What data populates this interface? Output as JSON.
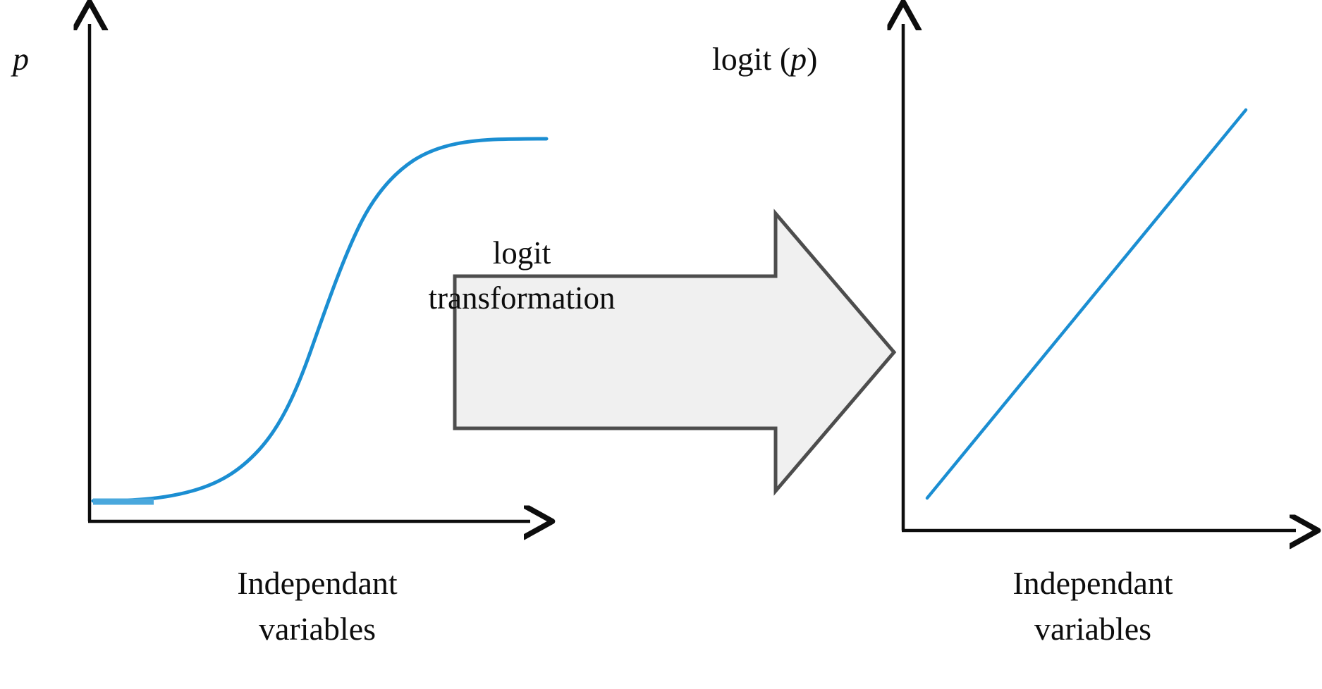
{
  "figure": {
    "kind": "two-panel-transformation-diagram",
    "background_color": "#ffffff",
    "curve_color": "#1b8ed2",
    "axis_color": "#0d0d0d",
    "arrow_fill": "#f0f0f0",
    "arrow_stroke": "#4d4d4d",
    "text_color": "#0d0d0d"
  },
  "left_panel": {
    "y_axis_label": "p",
    "x_axis_caption_line1": "Independant",
    "x_axis_caption_line2": "variables"
  },
  "right_panel": {
    "y_axis_label_function": "logit",
    "y_axis_label_open_paren": " (",
    "y_axis_label_variable": "p",
    "y_axis_label_close_paren": ")",
    "x_axis_caption_line1": "Independant",
    "x_axis_caption_line2": "variables"
  },
  "arrow": {
    "label_line1": "logit",
    "label_line2": "transformation",
    "direction": "right"
  },
  "chart_data": [
    {
      "type": "line",
      "panel": "left",
      "title": "",
      "xlabel": "Independant variables",
      "ylabel": "p",
      "curve": "logistic-sigmoid",
      "x": [
        0.0,
        0.05,
        0.1,
        0.15,
        0.2,
        0.25,
        0.3,
        0.35,
        0.4,
        0.45,
        0.5,
        0.55,
        0.6,
        0.65,
        0.7,
        0.75,
        0.8,
        0.85,
        0.9,
        0.95,
        1.0
      ],
      "y": [
        0.02,
        0.024,
        0.03,
        0.038,
        0.05,
        0.067,
        0.095,
        0.14,
        0.215,
        0.33,
        0.5,
        0.665,
        0.785,
        0.86,
        0.905,
        0.933,
        0.95,
        0.962,
        0.97,
        0.976,
        0.98
      ],
      "xlim": [
        0,
        1
      ],
      "ylim": [
        0,
        1
      ],
      "grid": false,
      "legend": false,
      "ticks": false,
      "axis_arrows": true
    },
    {
      "type": "line",
      "panel": "right",
      "title": "",
      "xlabel": "Independant variables",
      "ylabel": "logit (p)",
      "curve": "straight-line",
      "x": [
        0.0,
        0.25,
        0.5,
        0.75,
        1.0
      ],
      "y": [
        0.0,
        0.25,
        0.5,
        0.75,
        1.0
      ],
      "xlim": [
        0,
        1
      ],
      "ylim": [
        0,
        1
      ],
      "grid": false,
      "legend": false,
      "ticks": false,
      "axis_arrows": true
    }
  ]
}
